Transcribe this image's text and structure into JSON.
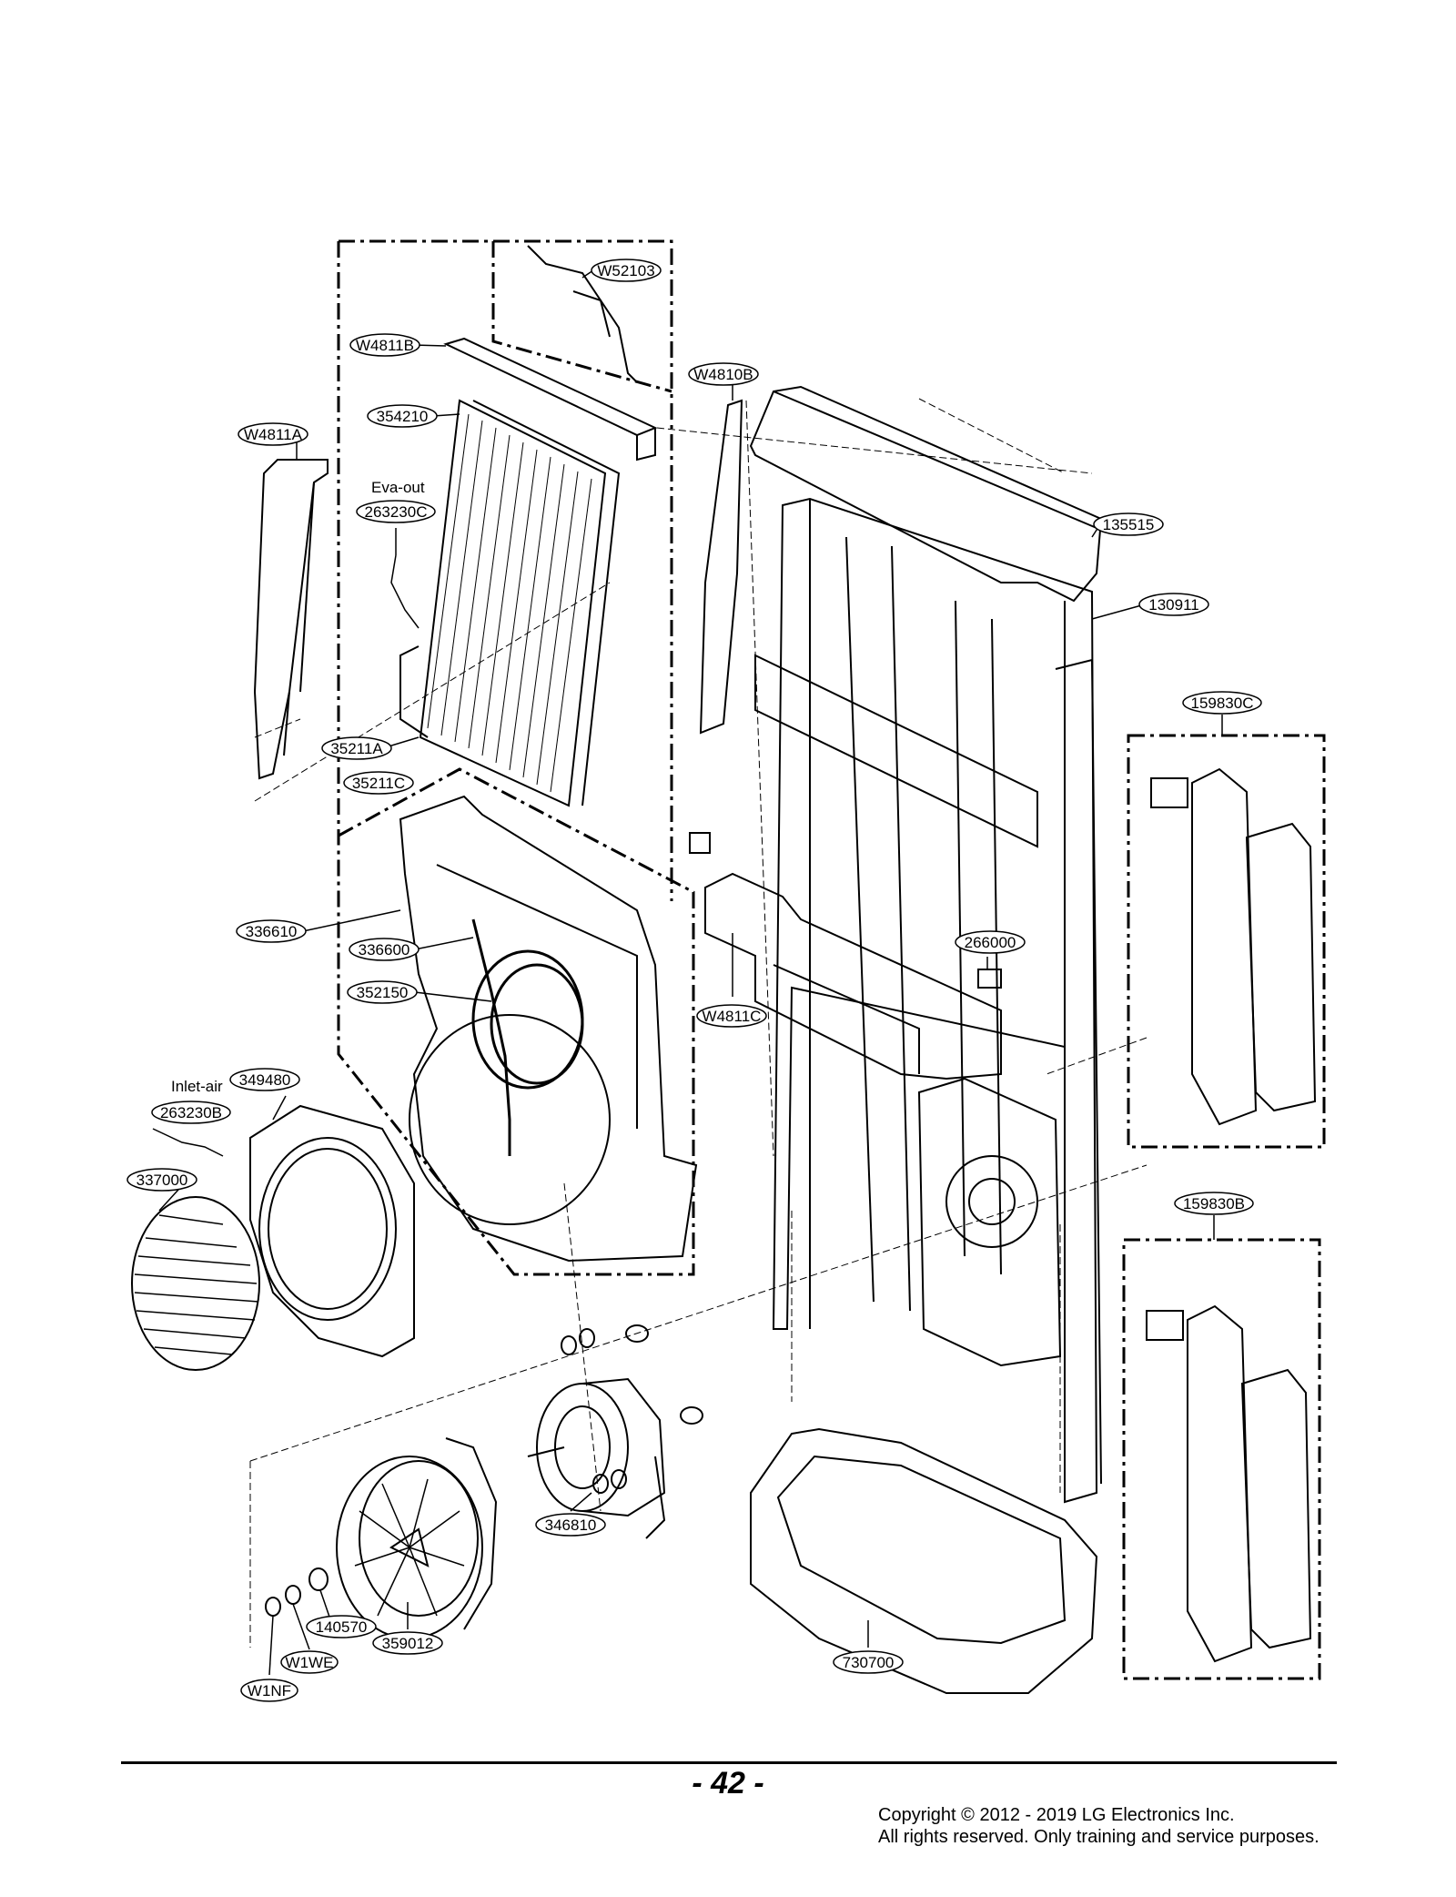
{
  "callouts": [
    {
      "id": "W52103"
    },
    {
      "id": "W4811B"
    },
    {
      "id": "W4810B"
    },
    {
      "id": "354210"
    },
    {
      "id": "W4811A"
    },
    {
      "id": "263230C"
    },
    {
      "id": "135515"
    },
    {
      "id": "130911"
    },
    {
      "id": "159830C"
    },
    {
      "id": "35211A"
    },
    {
      "id": "35211C"
    },
    {
      "id": "336610"
    },
    {
      "id": "336600"
    },
    {
      "id": "266000"
    },
    {
      "id": "352150"
    },
    {
      "id": "W4811C"
    },
    {
      "id": "349480"
    },
    {
      "id": "263230B"
    },
    {
      "id": "337000"
    },
    {
      "id": "159830B"
    },
    {
      "id": "346810"
    },
    {
      "id": "140570"
    },
    {
      "id": "W1WE"
    },
    {
      "id": "359012"
    },
    {
      "id": "W1NF"
    },
    {
      "id": "730700"
    }
  ],
  "labels": {
    "eva_out": "Eva-out",
    "inlet_air": "Inlet-air"
  },
  "footer": {
    "page_number": "- 42 -",
    "copyright_line1": "Copyright © 2012 - 2019 LG Electronics Inc.",
    "copyright_line2": "All rights reserved. Only training and service purposes."
  }
}
